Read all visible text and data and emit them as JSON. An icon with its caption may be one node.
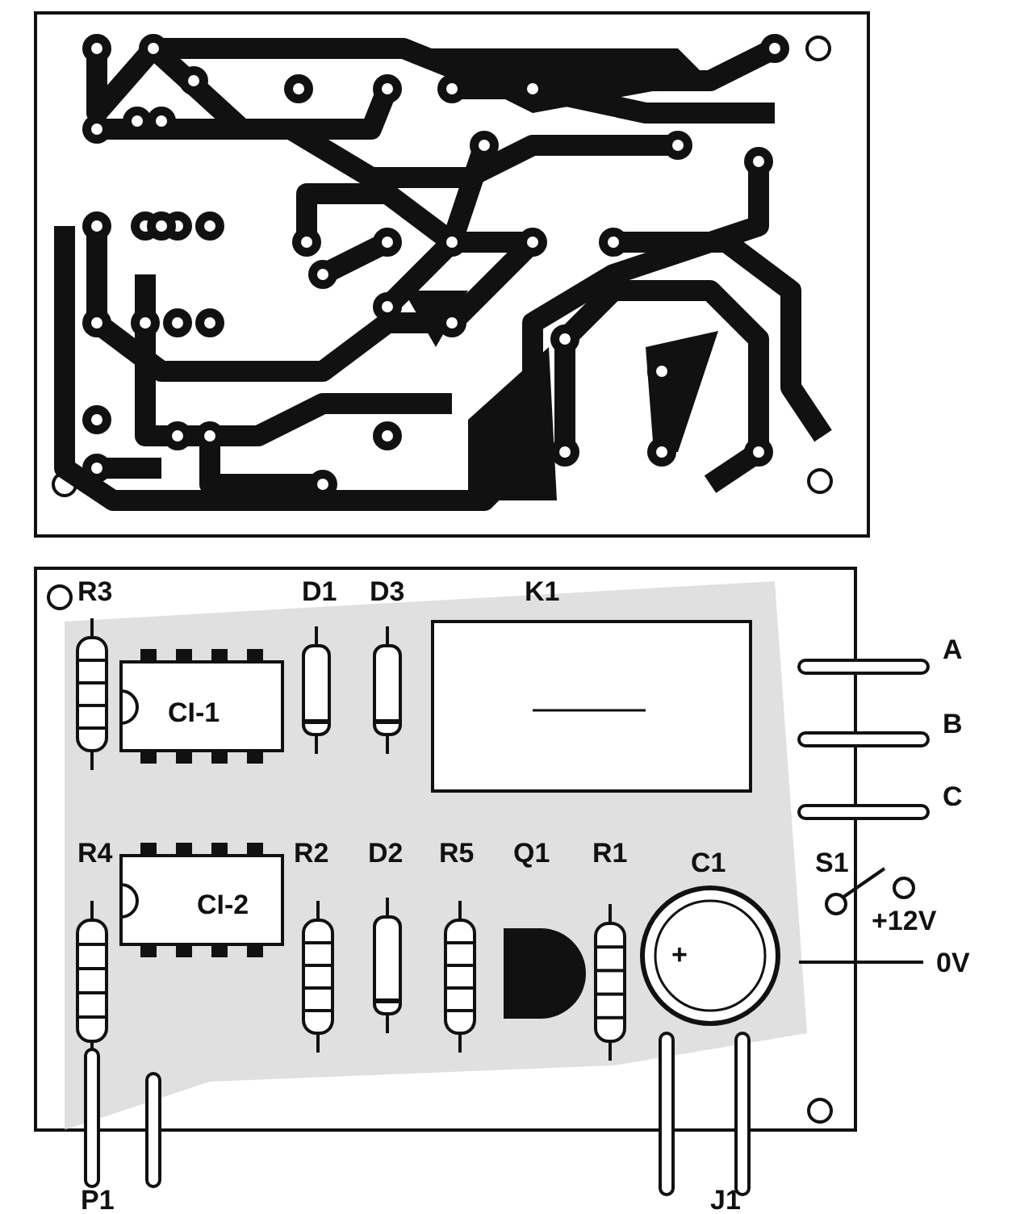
{
  "diagram": {
    "labels": [
      "R3",
      "D1",
      "D3",
      "K1",
      "A",
      "CI-1",
      "B",
      "C",
      "S1",
      "R4",
      "R2",
      "D2",
      "R5",
      "Q1",
      "R1",
      "C1",
      "+12V",
      "CI-2",
      "+",
      "0V",
      "P1",
      "J1"
    ]
  }
}
